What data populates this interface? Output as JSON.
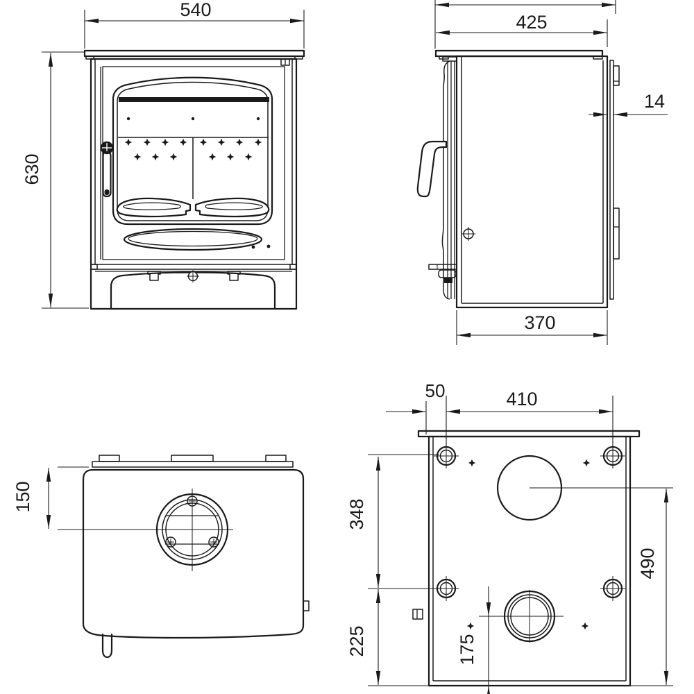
{
  "drawing": {
    "background": "#ffffff",
    "line_color": "#1a1a1a",
    "views": {
      "front": {
        "width": "540",
        "height": "630"
      },
      "side": {
        "depth": "425",
        "heat_shield_gap": "14",
        "base_depth": "370"
      },
      "top": {
        "flue_centre_from_rear": "150"
      },
      "rear": {
        "fixing_edge_offset": "50",
        "fixing_centres_width": "410",
        "fixing_centres_height": "348",
        "fixing_bottom_offset": "225",
        "air_inlet_centre_height": "175",
        "flue_centre_height": "490"
      }
    }
  }
}
